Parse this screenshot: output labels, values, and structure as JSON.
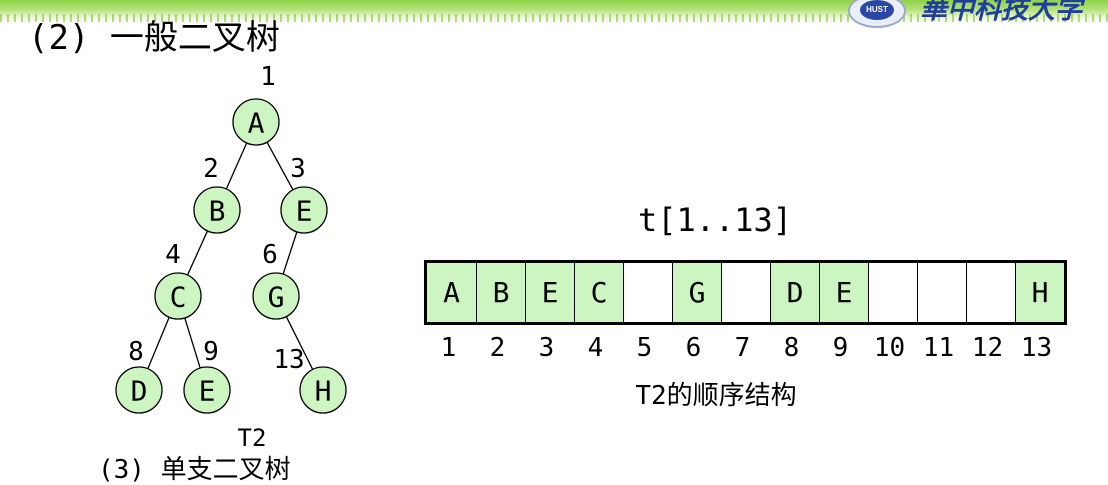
{
  "heading": "(2) 一般二叉树",
  "logo": {
    "seal_text": "HUST",
    "text": "華中科技大学"
  },
  "tree": {
    "caption": "T2",
    "nodes": [
      {
        "id": "A1",
        "label": "A",
        "index": "1"
      },
      {
        "id": "B2",
        "label": "B",
        "index": "2"
      },
      {
        "id": "E3",
        "label": "E",
        "index": "3"
      },
      {
        "id": "C4",
        "label": "C",
        "index": "4"
      },
      {
        "id": "G6",
        "label": "G",
        "index": "6"
      },
      {
        "id": "D8",
        "label": "D",
        "index": "8"
      },
      {
        "id": "E9",
        "label": "E",
        "index": "9"
      },
      {
        "id": "H13",
        "label": "H",
        "index": "13"
      }
    ],
    "edges": [
      [
        "A1",
        "B2"
      ],
      [
        "A1",
        "E3"
      ],
      [
        "B2",
        "C4"
      ],
      [
        "E3",
        "G6"
      ],
      [
        "C4",
        "D8"
      ],
      [
        "C4",
        "E9"
      ],
      [
        "G6",
        "H13"
      ]
    ]
  },
  "array": {
    "title": "t[1..13]",
    "cells": [
      "A",
      "B",
      "E",
      "C",
      "",
      "G",
      "",
      "D",
      "E",
      "",
      "",
      "",
      "H"
    ],
    "indices": [
      "1",
      "2",
      "3",
      "4",
      "5",
      "6",
      "7",
      "8",
      "9",
      "10",
      "11",
      "12",
      "13"
    ],
    "caption": "T2的顺序结构"
  },
  "bottom_text": "(3) 单支二叉树",
  "colors": {
    "node_fill": "#cdf5c2",
    "accent_green": "#8fd24a",
    "logo_blue": "#1f3f9e"
  }
}
